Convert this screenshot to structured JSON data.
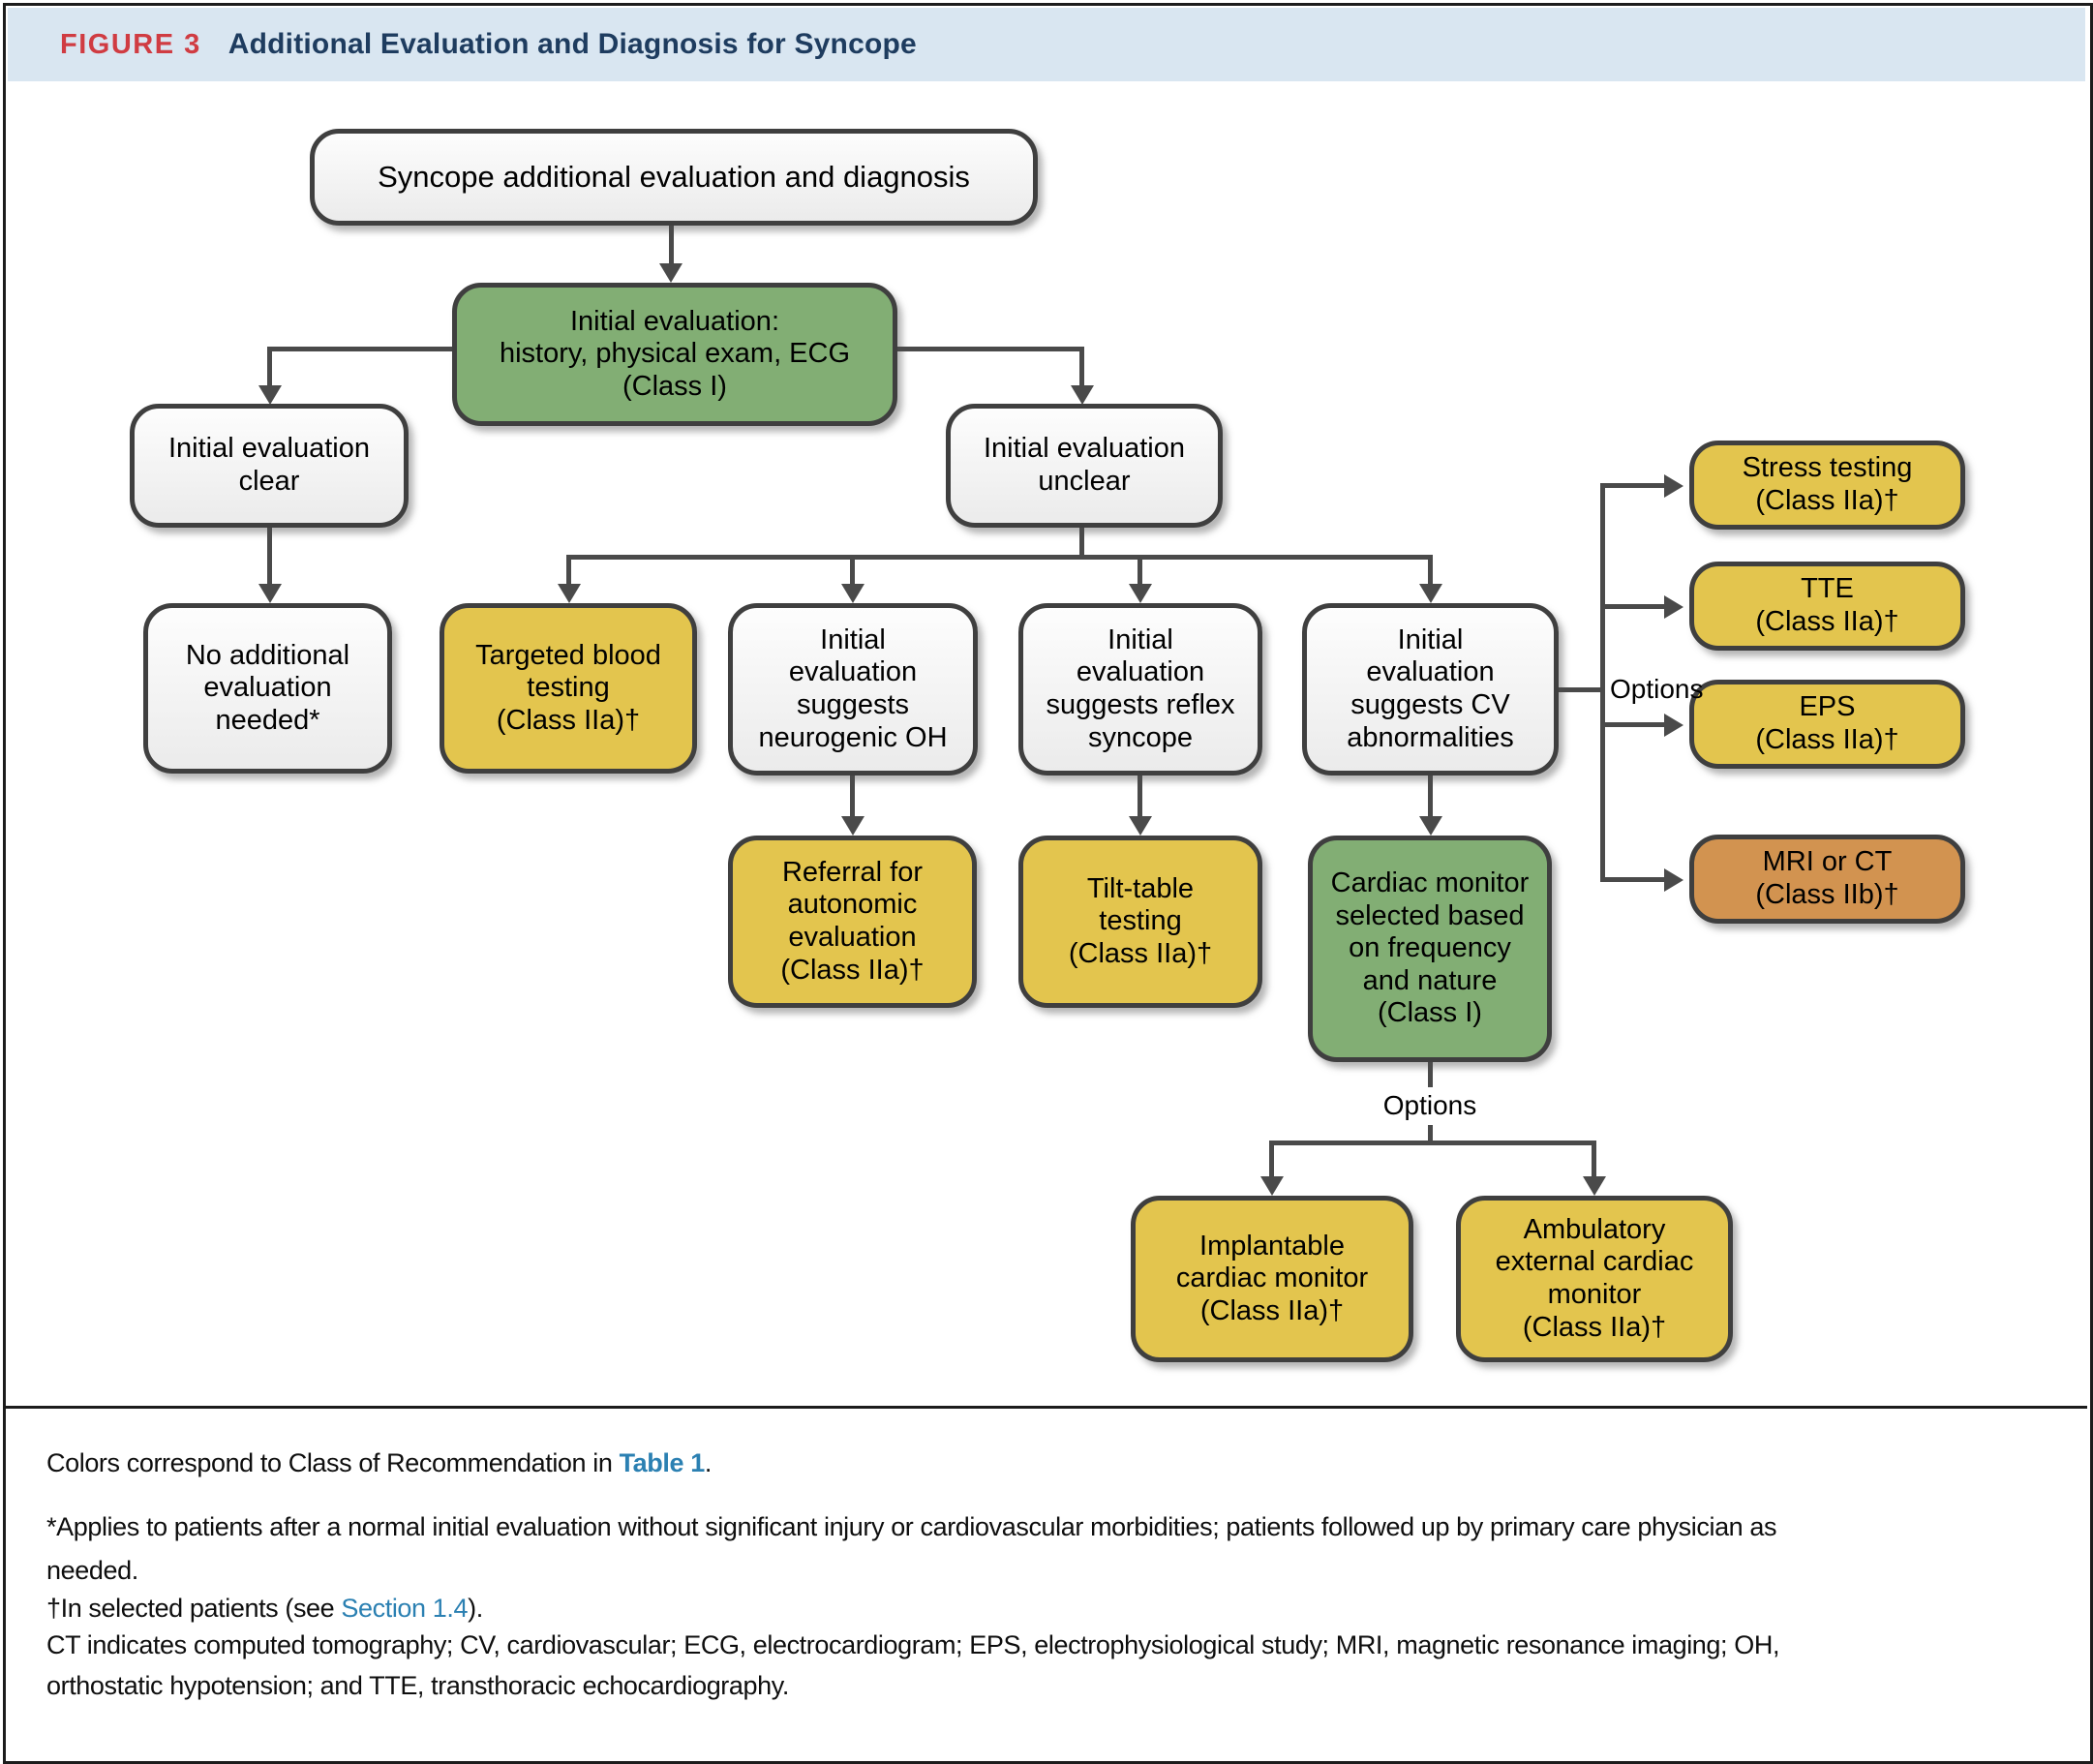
{
  "figure": {
    "tag": "FIGURE 3",
    "title": "Additional Evaluation and Diagnosis for Syncope"
  },
  "nodes": {
    "syncope": {
      "label": "Syncope additional evaluation and diagnosis",
      "class_color": "white"
    },
    "initial_eval": {
      "label": "Initial evaluation:\nhistory, physical exam, ECG\n(Class I)",
      "class_color": "green"
    },
    "eval_clear": {
      "label": "Initial evaluation\nclear",
      "class_color": "white"
    },
    "eval_unclear": {
      "label": "Initial evaluation\nunclear",
      "class_color": "white"
    },
    "no_additional": {
      "label": "No additional\nevaluation\nneeded*",
      "class_color": "white"
    },
    "targeted_blood": {
      "label": "Targeted blood\ntesting\n(Class IIa)†",
      "class_color": "yellow"
    },
    "suggests_oh": {
      "label": "Initial\nevaluation\nsuggests\nneurogenic OH",
      "class_color": "white"
    },
    "suggests_reflex": {
      "label": "Initial\nevaluation\nsuggests reflex\nsyncope",
      "class_color": "white"
    },
    "suggests_cv": {
      "label": "Initial\nevaluation\nsuggests CV\nabnormalities",
      "class_color": "white"
    },
    "referral": {
      "label": "Referral for\nautonomic\nevaluation\n(Class IIa)†",
      "class_color": "yellow"
    },
    "tilt_table": {
      "label": "Tilt-table\ntesting\n(Class IIa)†",
      "class_color": "yellow"
    },
    "cardiac_monitor": {
      "label": "Cardiac monitor\nselected based\non frequency\nand nature\n(Class I)",
      "class_color": "green"
    },
    "implantable": {
      "label": "Implantable\ncardiac monitor\n(Class IIa)†",
      "class_color": "yellow"
    },
    "ambulatory": {
      "label": "Ambulatory\nexternal cardiac\nmonitor\n(Class IIa)†",
      "class_color": "yellow"
    },
    "stress": {
      "label": "Stress testing\n(Class IIa)†",
      "class_color": "yellow"
    },
    "tte": {
      "label": "TTE\n(Class IIa)†",
      "class_color": "yellow"
    },
    "eps": {
      "label": "EPS\n(Class IIa)†",
      "class_color": "yellow"
    },
    "mri_ct": {
      "label": "MRI or CT\n(Class IIb)†",
      "class_color": "orange"
    }
  },
  "labels": {
    "options_right": "Options",
    "options_bottom": "Options"
  },
  "colors": {
    "class_i_green": "#82ae74",
    "class_iia_yellow": "#e3c54e",
    "class_iib_orange": "#d29350",
    "header_bg": "#d9e6f1",
    "figure_tag_red": "#d03c42",
    "title_navy": "#1e3c5f",
    "link_blue": "#2b80b2"
  },
  "footnotes": {
    "line1_pre": "Colors correspond to Class of Recommendation in ",
    "line1_link": "Table 1",
    "line1_post": ".",
    "line2": "*Applies to patients after a normal initial evaluation without significant injury or cardiovascular morbidities; patients followed up by primary care physician as",
    "line3": "needed.",
    "line4_pre": "†In selected patients (see ",
    "line4_link": "Section 1.4",
    "line4_post": ").",
    "line5": "CT indicates computed tomography; CV, cardiovascular; ECG, electrocardiogram; EPS, electrophysiological study; MRI, magnetic resonance imaging; OH,",
    "line6": "orthostatic hypotension; and TTE, transthoracic echocardiography."
  }
}
